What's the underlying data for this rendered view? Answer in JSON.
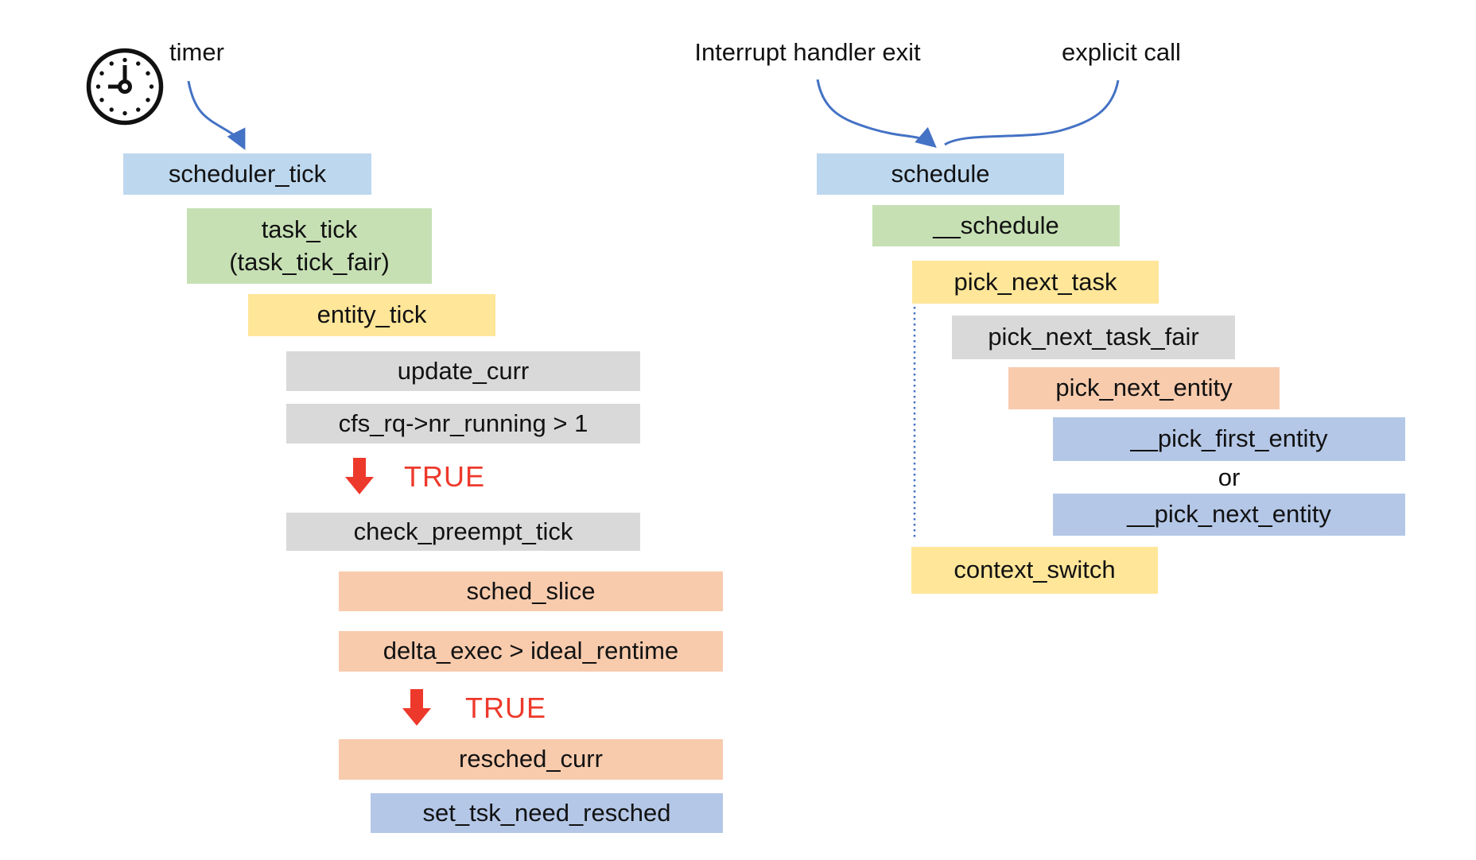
{
  "colors": {
    "blue": "#BDD7EE",
    "lavender": "#B4C7E7",
    "green": "#C6E0B4",
    "yellow": "#FFE699",
    "gray": "#D9D9D9",
    "orange": "#F8CBAD",
    "arrow_blue": "#4472C4",
    "red": "#ED392B",
    "icon_black": "#111111"
  },
  "left": {
    "timer_label": "timer",
    "true_labels": [
      "TRUE",
      "TRUE"
    ],
    "nodes": [
      {
        "label": "scheduler_tick"
      },
      {
        "label": "task_tick",
        "sublabel": "(task_tick_fair)"
      },
      {
        "label": "entity_tick"
      },
      {
        "label": "update_curr"
      },
      {
        "label": "cfs_rq->nr_running > 1"
      },
      {
        "label": "check_preempt_tick"
      },
      {
        "label": "sched_slice"
      },
      {
        "label": "delta_exec > ideal_rentime"
      },
      {
        "label": "resched_curr"
      },
      {
        "label": "set_tsk_need_resched"
      }
    ]
  },
  "right": {
    "trigger_interrupt": "Interrupt handler exit",
    "trigger_explicit": "explicit call",
    "or_label": "or",
    "nodes": [
      {
        "label": "schedule"
      },
      {
        "label": "__schedule"
      },
      {
        "label": "pick_next_task"
      },
      {
        "label": "pick_next_task_fair"
      },
      {
        "label": "pick_next_entity"
      },
      {
        "label": "__pick_first_entity"
      },
      {
        "label": "__pick_next_entity"
      },
      {
        "label": "context_switch"
      }
    ]
  }
}
